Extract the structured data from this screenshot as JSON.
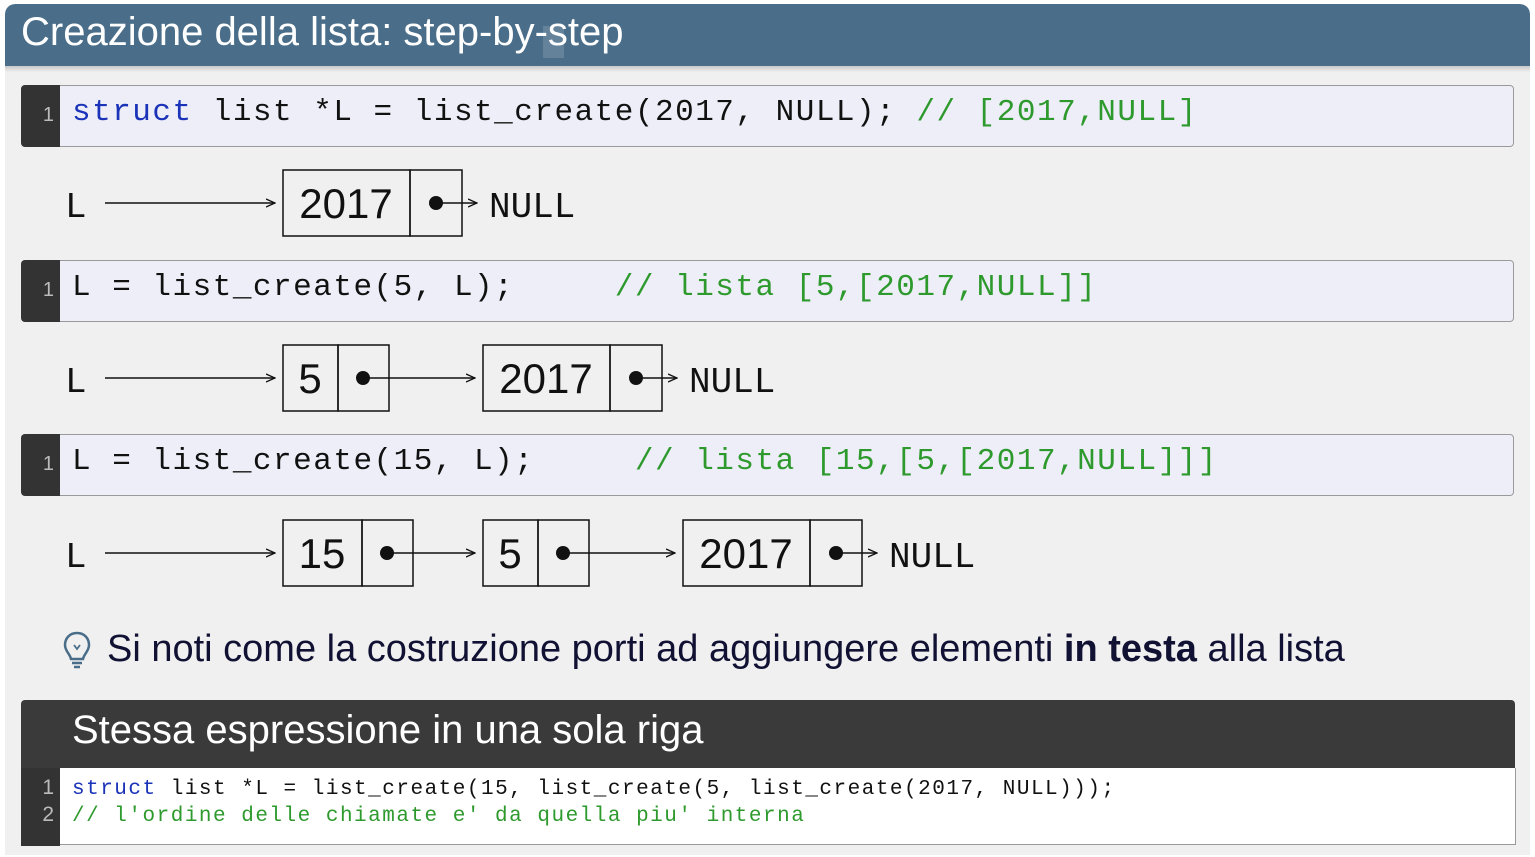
{
  "slide": {
    "title": "Creazione della lista: step-by-step"
  },
  "steps": [
    {
      "line_no": "1",
      "code_kw": "struct",
      "code_main": " list *L = list_create(2017, NULL); ",
      "code_comment": "// [2017,NULL]",
      "pointer_label": "L",
      "nodes": [
        "2017"
      ],
      "terminal": "NULL"
    },
    {
      "line_no": "1",
      "code_kw": "",
      "code_main": "L = list_create(5, L);     ",
      "code_comment": "// lista [5,[2017,NULL]]",
      "pointer_label": "L",
      "nodes": [
        "5",
        "2017"
      ],
      "terminal": "NULL"
    },
    {
      "line_no": "1",
      "code_kw": "",
      "code_main": "L = list_create(15, L);     ",
      "code_comment": "// lista [15,[5,[2017,NULL]]]",
      "pointer_label": "L",
      "nodes": [
        "15",
        "5",
        "2017"
      ],
      "terminal": "NULL"
    }
  ],
  "tip": {
    "icon": "lightbulb-icon",
    "text_before": "Si noti come la costruzione porti ad aggiungere elementi ",
    "text_bold": "in testa",
    "text_after": " alla lista"
  },
  "example": {
    "title": "Stessa espressione in una sola riga",
    "lines": [
      {
        "no": "1",
        "kw": "struct",
        "code": " list *L = list_create(15, list_create(5, list_create(2017, NULL)));",
        "comment": ""
      },
      {
        "no": "2",
        "kw": "",
        "code": "",
        "comment": "// l'ordine delle chiamate e' da quella piu' interna"
      }
    ]
  },
  "colors": {
    "title_bar": "#4a6e89",
    "keyword": "#1a33b8",
    "comment": "#2e9a2e",
    "gutter": "#333333",
    "code_bg": "#eeeef8"
  }
}
